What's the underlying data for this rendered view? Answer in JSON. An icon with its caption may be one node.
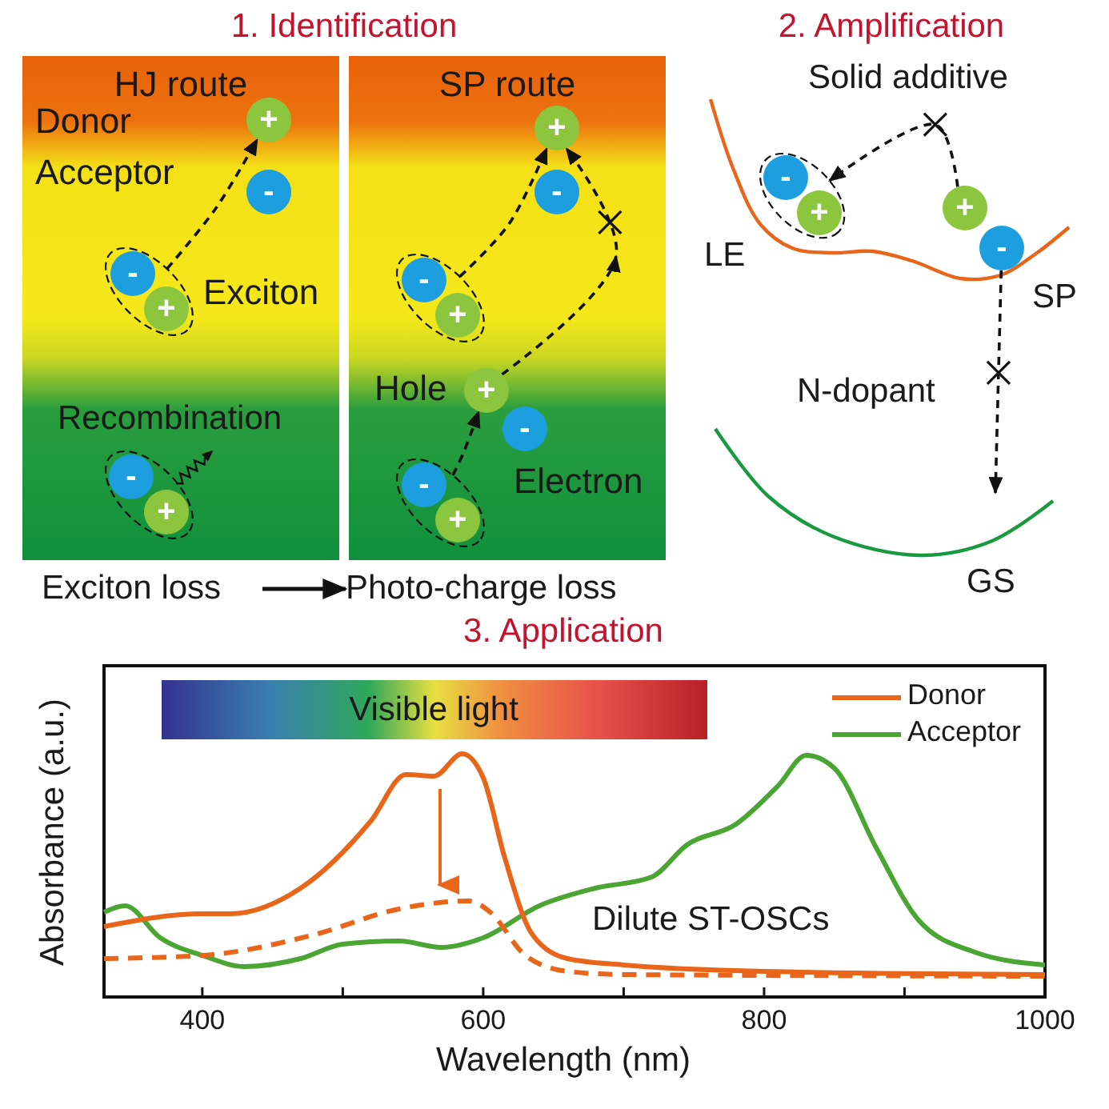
{
  "diagram": {
    "nodes": [
      {
        "text": [
          "HJ route"
        ]
      },
      {
        "text": [
          "+"
        ],
        "in": 0
      },
      {
        "text": [
          "-"
        ],
        "in": 0
      },
      {
        "text": [],
        "shape": "ellipse",
        "in": 0,
        "beside": [
          "Exciton"
        ]
      },
      {
        "text": [
          "-"
        ],
        "in": 3
      },
      {
        "text": [
          "+"
        ],
        "in": 3
      },
      {
        "text": [],
        "shape": "ellipse",
        "in": 0
      },
      {
        "text": [
          "-"
        ],
        "in": 6
      },
      {
        "text": [
          "+"
        ],
        "in": 6
      },
      {
        "text": [
          "SP route"
        ]
      },
      {
        "text": [
          "+"
        ],
        "in": 9
      },
      {
        "text": [
          "-"
        ],
        "in": 9
      },
      {
        "text": [],
        "shape": "ellipse",
        "in": 9
      },
      {
        "text": [
          "-"
        ],
        "in": 12
      },
      {
        "text": [
          "+"
        ],
        "in": 12
      },
      {
        "text": [
          "+"
        ],
        "in": 9,
        "beside": [
          "Hole"
        ]
      },
      {
        "text": [
          "-"
        ],
        "in": 9,
        "beside": [
          "Electron"
        ]
      },
      {
        "text": [],
        "shape": "ellipse",
        "in": 9
      },
      {
        "text": [
          "-"
        ],
        "in": 17
      },
      {
        "text": [
          "+"
        ],
        "in": 17
      },
      {
        "text": [
          "Exciton loss"
        ]
      },
      {
        "text": [
          "Photo-charge loss"
        ]
      },
      {
        "text": [],
        "shape": "ellipse"
      },
      {
        "text": [
          "-"
        ],
        "in": 22
      },
      {
        "text": [
          "+"
        ],
        "in": 22
      },
      {
        "text": [
          "+"
        ]
      },
      {
        "text": [
          "-"
        ]
      }
    ],
    "edges": [
      {
        "from": 3,
        "to": 1,
        "arrow": "to",
        "style": "dashed"
      },
      {
        "from": 12,
        "to": 10,
        "arrow": "to",
        "style": "dashed"
      },
      {
        "from": 17,
        "to": 15,
        "arrow": "to",
        "style": "dashed"
      },
      {
        "from": 15,
        "to": 10,
        "arrow": "to",
        "style": "dashed"
      },
      {
        "from": 20,
        "to": 21,
        "arrow": "to"
      },
      {
        "from": 25,
        "to": 22,
        "arrow": "to",
        "style": "dashed",
        "label": "Solid additive"
      },
      {
        "from": 26,
        "to": null,
        "arrow": "to",
        "style": "dashed",
        "label": "N-dopant"
      }
    ],
    "labels": [
      "1. Identification",
      "Donor",
      "Acceptor",
      "Recombination",
      "2. Amplification",
      "LE",
      "SP",
      "GS",
      "3. Application",
      "Visible light",
      "Dilute ST-OSCs",
      "Absorbance (a.u.)",
      "400",
      "600",
      "800",
      "1000",
      "Wavelength (nm)"
    ],
    "legend": [
      {
        "text": "Donor"
      },
      {
        "text": "Acceptor"
      }
    ]
  }
}
